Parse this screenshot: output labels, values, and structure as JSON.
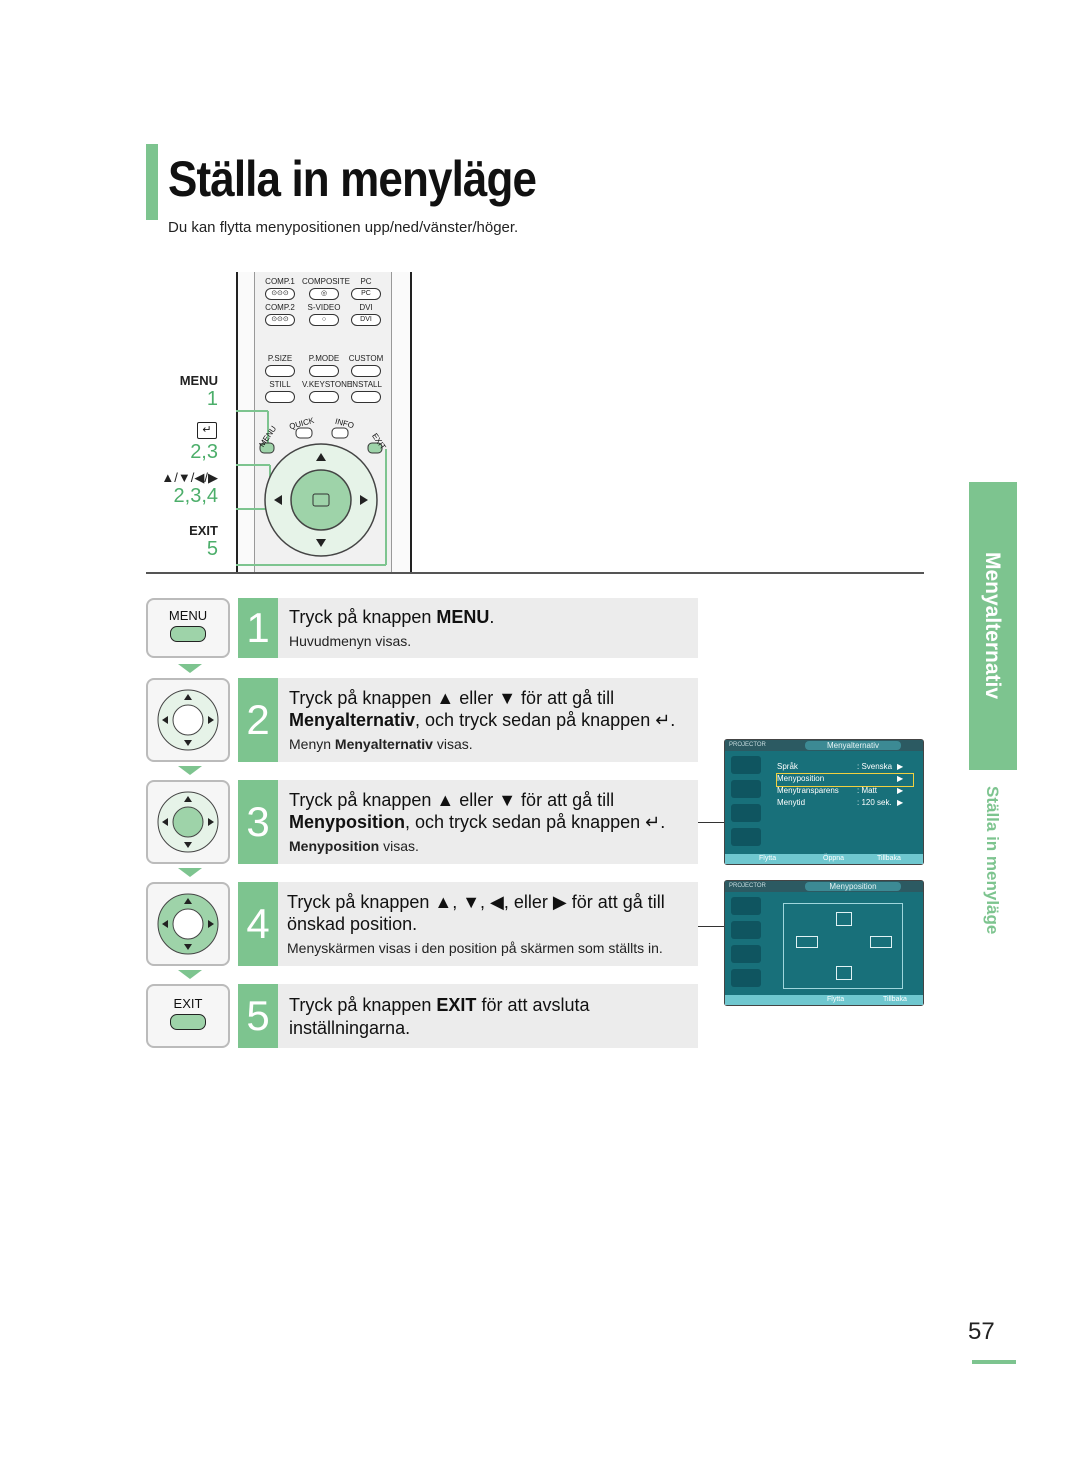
{
  "header": {
    "title": "Ställa in menyläge",
    "subtitle": "Du kan flytta menypositionen upp/ned/vänster/höger."
  },
  "remote": {
    "row1": [
      "COMP.1",
      "COMPOSITE",
      "PC"
    ],
    "row1_btn": [
      "⊙⊙⊙",
      "◎",
      "PC"
    ],
    "row2": [
      "COMP.2",
      "S-VIDEO",
      "DVI"
    ],
    "row2_btn": [
      "⊙⊙⊙",
      "○",
      "DVI"
    ],
    "row3": [
      "P.SIZE",
      "P.MODE",
      "CUSTOM"
    ],
    "row4": [
      "STILL",
      "V.KEYSTONE",
      "INSTALL"
    ],
    "arc": [
      "MENU",
      "QUICK",
      "INFO",
      "EXIT"
    ],
    "side": {
      "menu_label": "MENU",
      "menu_num": "1",
      "enter_num": "2,3",
      "arrows_label": "▲/▼/◀/▶",
      "arrows_num": "2,3,4",
      "exit_label": "EXIT",
      "exit_num": "5"
    }
  },
  "steps": [
    {
      "num": "1",
      "icon_label": "MENU",
      "line1_pre": "Tryck på knappen ",
      "line1_bold": "MENU",
      "line1_post": ".",
      "sub": "Huvudmenyn visas."
    },
    {
      "num": "2",
      "line1": "Tryck på knappen ▲ eller ▼ för att gå till",
      "line2_bold": "Menyalternativ",
      "line2_post": ", och tryck sedan på knappen ↵.",
      "sub_pre": "Menyn ",
      "sub_bold": "Menyalternativ",
      "sub_post": " visas."
    },
    {
      "num": "3",
      "line1": "Tryck på knappen ▲ eller ▼ för att gå till",
      "line2_bold": "Menyposition",
      "line2_post": ", och tryck sedan på knappen ↵.",
      "sub_bold": "Menyposition",
      "sub_post": " visas."
    },
    {
      "num": "4",
      "line1": "Tryck på knappen ▲, ▼, ◀, eller ▶ för att gå till",
      "line2": "önskad position.",
      "sub": "Menyskärmen visas i den position på skärmen som ställts in."
    },
    {
      "num": "5",
      "icon_label": "EXIT",
      "line1_pre": "Tryck på knappen ",
      "line1_bold": "EXIT",
      "line1_post": " för att avsluta",
      "line2": "inställningarna."
    }
  ],
  "osd1": {
    "brand": "PROJECTOR",
    "title": "Menyalternativ",
    "rows": [
      {
        "label": "Språk",
        "value": ": Svenska",
        "arrow": "▶"
      },
      {
        "label": "Menyposition",
        "value": "",
        "arrow": "▶"
      },
      {
        "label": "Menytransparens",
        "value": ": Matt",
        "arrow": "▶"
      },
      {
        "label": "Menytid",
        "value": ": 120 sek.",
        "arrow": "▶"
      }
    ],
    "footer": [
      "Flytta",
      "Öppna",
      "Tillbaka"
    ]
  },
  "osd2": {
    "brand": "PROJECTOR",
    "title": "Menyposition",
    "footer": [
      "Flytta",
      "Tillbaka"
    ]
  },
  "side_tab": {
    "main": "Menyalternativ",
    "secondary": "Ställa in menyläge"
  },
  "page": {
    "number": "57"
  },
  "colors": {
    "accent": "#7dc48f",
    "osd_bg": "#18707a"
  }
}
